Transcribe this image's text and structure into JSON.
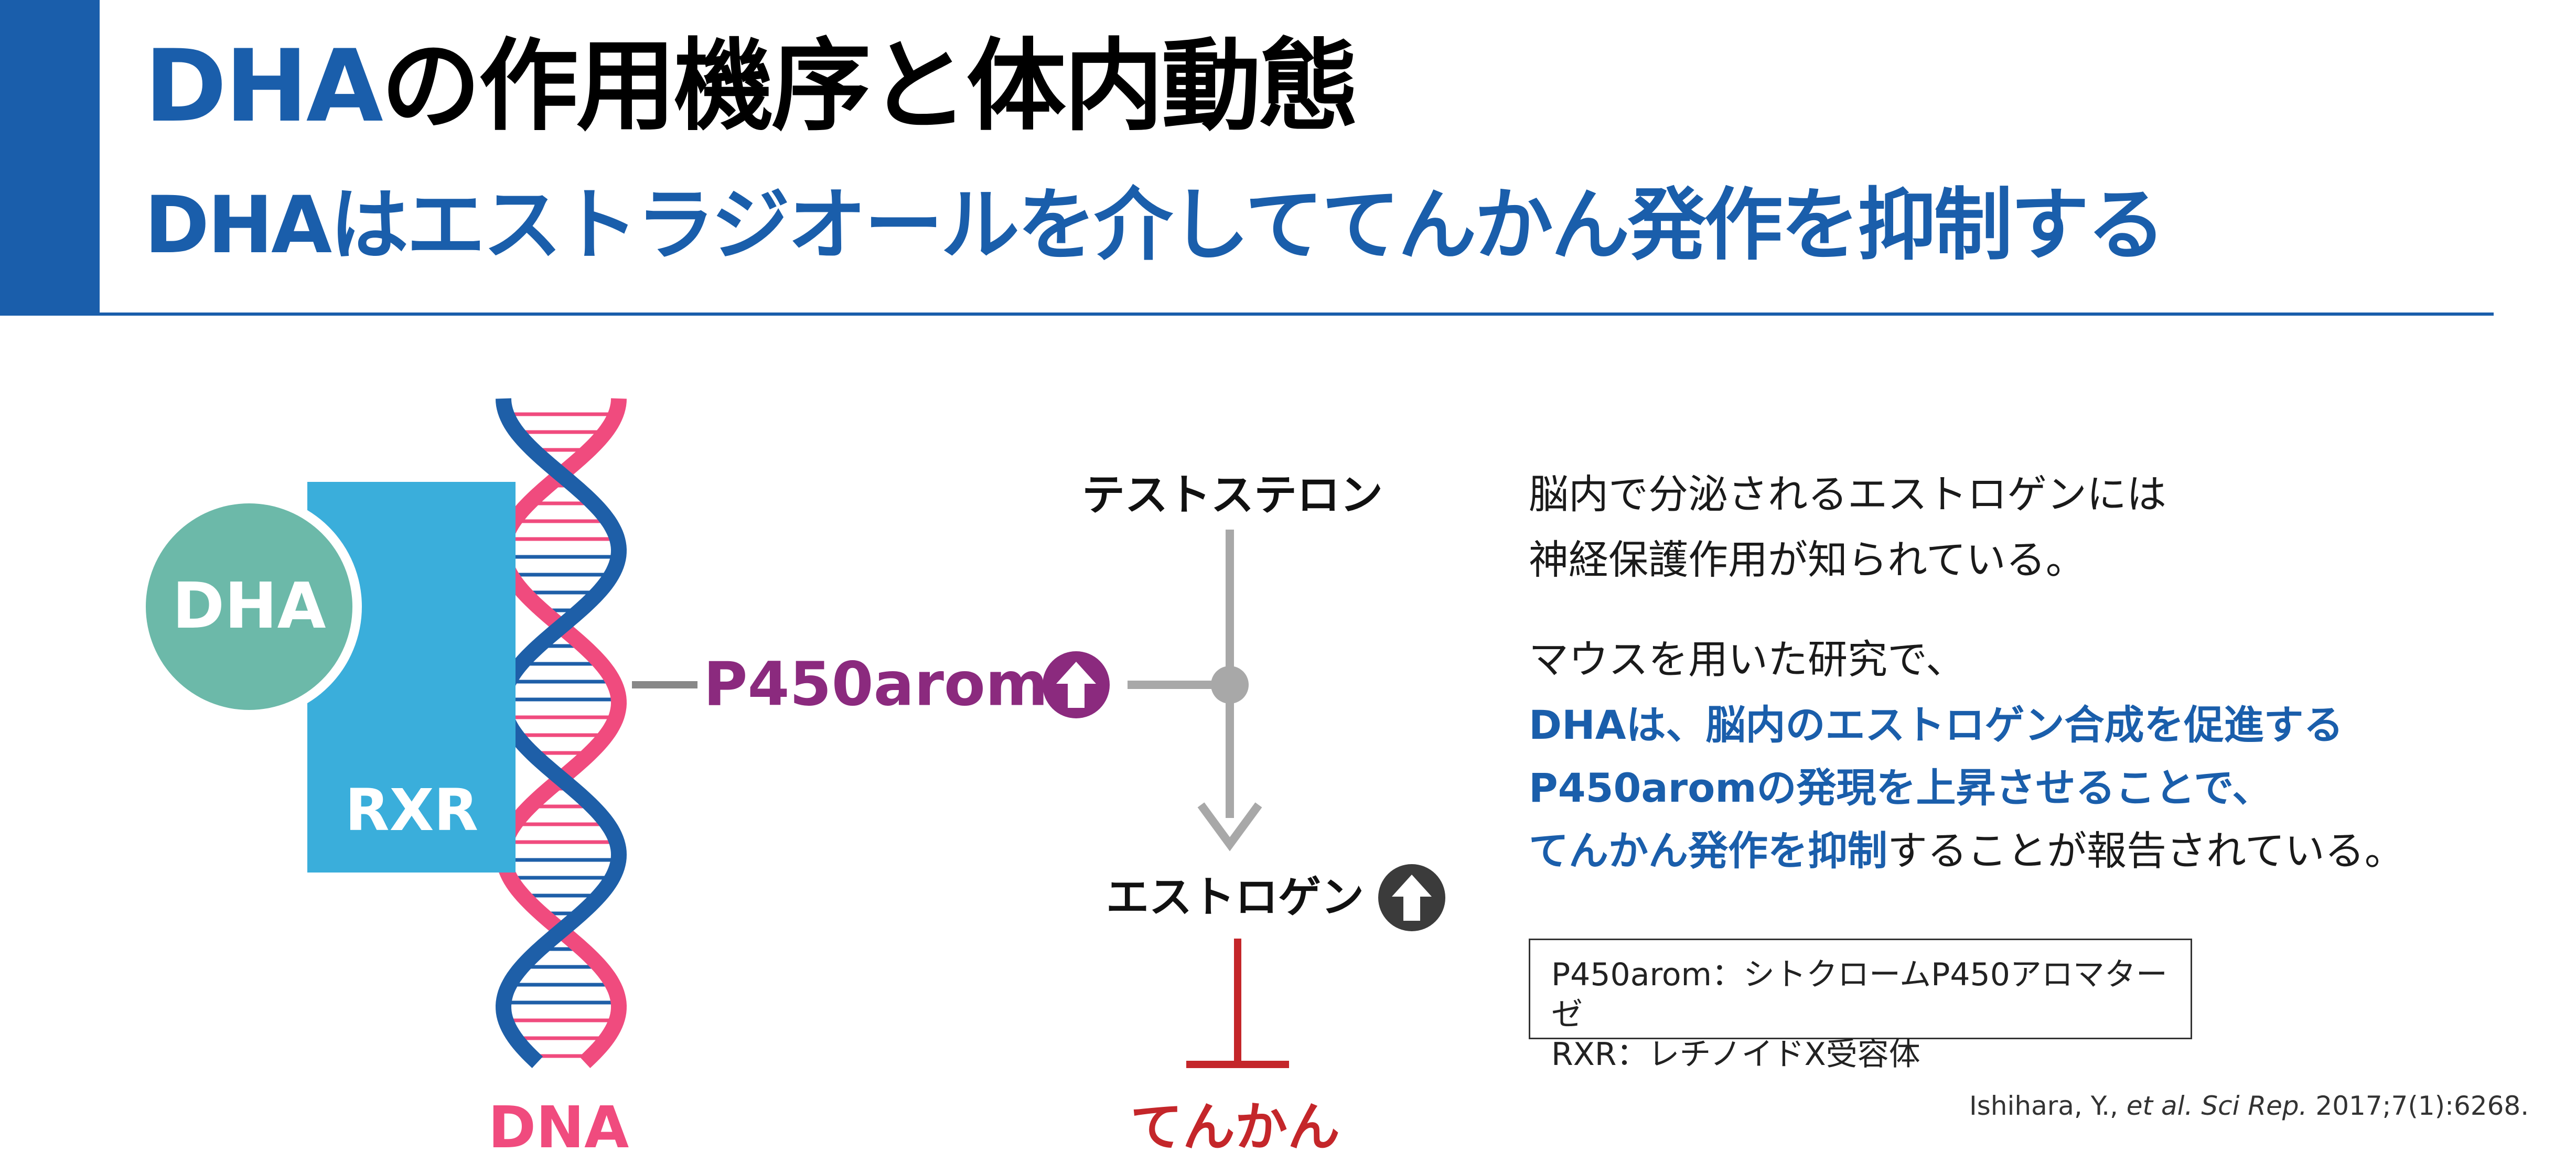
{
  "header": {
    "title_prefix": "DHA",
    "title_rest": "の作用機序と体内動態",
    "subtitle": "DHAはエストラジオールを介しててんかん発作を抑制する"
  },
  "diagram": {
    "dha_label": "DHA",
    "rxr_label": "RXR",
    "dna_label": "DNA",
    "enzyme_label": "P450arom",
    "substrate_label": "テストステロン",
    "product_label": "エストロゲン",
    "outcome_label": "てんかん",
    "colors": {
      "dha": "#6cb9a9",
      "rxr": "#3aaedb",
      "dna_blue": "#1e5fa8",
      "dna_pink": "#f04b7e",
      "enzyme": "#8b2a7e",
      "arrow": "#a8a8a8",
      "outcome": "#c4262a"
    }
  },
  "description": {
    "line1": "脳内で分泌されるエストロゲンには",
    "line2": "神経保護作用が知られている。",
    "line3": "マウスを用いた研究で、",
    "line4": "DHAは、脳内のエストロゲン合成を促進する",
    "line5": "P450aromの発現を上昇させることで、",
    "line6_blue": "てんかん発作を抑制",
    "line6_rest": "することが報告されている。"
  },
  "legend": {
    "item1": "P450arom：シトクロームP450アロマターゼ",
    "item2": "RXR：レチノイドX受容体"
  },
  "citation": {
    "authors": "Ishihara, Y., ",
    "etal": "et al.",
    "journal": " Sci Rep.",
    "ref": " 2017;7(1):6268."
  }
}
